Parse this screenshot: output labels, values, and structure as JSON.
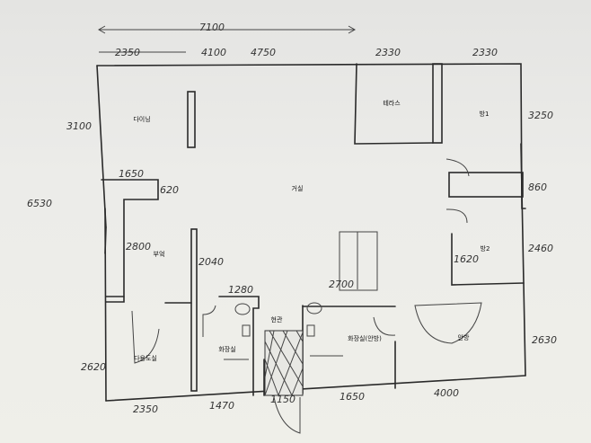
{
  "rooms": {
    "dining": "다이닝",
    "terrace": "테라스",
    "room1": "방1",
    "living": "거실",
    "kitchen": "부엌",
    "room2": "방2",
    "entrance": "현관",
    "bathroom": "화장실",
    "master_bathroom": "화장실(안방)",
    "master_bedroom": "안방",
    "utility_room": "다용도실"
  },
  "dimensions": {
    "total_width": "7100",
    "top_dining": "2350",
    "top_a": "4100",
    "top_b": "4750",
    "top_terrace": "2330",
    "top_room1": "2330",
    "left_dining": "3100",
    "left_total": "6530",
    "right_room1": "3250",
    "right_hall": "860",
    "right_room2": "2460",
    "right_master": "2630",
    "kitchen_width": "1650",
    "kitchen_notch": "620",
    "kitchen_depth": "2800",
    "utility_wall": "2040",
    "bath_width": "1280",
    "master_bath_width": "2700",
    "room2_door": "1620",
    "left_utility": "2620",
    "bottom_utility": "2350",
    "bottom_bath": "1470",
    "bottom_entrance": "1150",
    "bottom_master_bath": "1650",
    "bottom_master": "4000"
  }
}
